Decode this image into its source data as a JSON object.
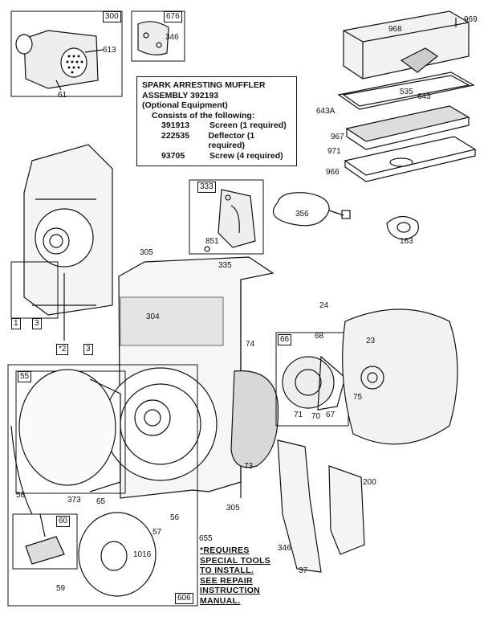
{
  "muffler_note": {
    "title_line1": "SPARK ARRESTING MUFFLER",
    "title_line2": "ASSEMBLY 392193",
    "title_line3": "(Optional Equipment)",
    "consists": "Consists of the following:",
    "items": [
      {
        "part": "391913",
        "desc": "Screen (1 required)"
      },
      {
        "part": "222535",
        "desc": "Deflector (1 required)"
      },
      {
        "part": "93705",
        "desc": "Screw (4 required)"
      }
    ]
  },
  "notice": {
    "line1": "*REQUIRES",
    "line2": "SPECIAL TOOLS",
    "line3": "TO INSTALL.",
    "line4": "SEE REPAIR",
    "line5": "INSTRUCTION",
    "line6": "MANUAL."
  },
  "parts": {
    "p300": "300",
    "p676": "676",
    "p346a": "346",
    "p613": "613",
    "p61": "61",
    "p968": "968",
    "p969": "969",
    "p535": "535",
    "p643": "643",
    "p643A": "643A",
    "p967": "967",
    "p971": "971",
    "p966": "966",
    "p333": "333",
    "p851": "851",
    "p335": "335",
    "p356": "356",
    "p163": "163",
    "p305a": "305",
    "p304": "304",
    "p1": "1",
    "p3a": "3",
    "p2": "*2",
    "p3b": "3",
    "p24": "24",
    "p74": "74",
    "p66": "66",
    "p68": "68",
    "p23": "23",
    "p71": "71",
    "p70": "70",
    "p67": "67",
    "p75": "75",
    "p73": "73",
    "p55": "55",
    "p58": "58",
    "p373": "373",
    "p65": "65",
    "p56": "56",
    "p57": "57",
    "p305b": "305",
    "p200": "200",
    "p60": "60",
    "p1016": "1016",
    "p59": "59",
    "p655": "655",
    "p346b": "346",
    "p37": "37",
    "p606": "606"
  }
}
